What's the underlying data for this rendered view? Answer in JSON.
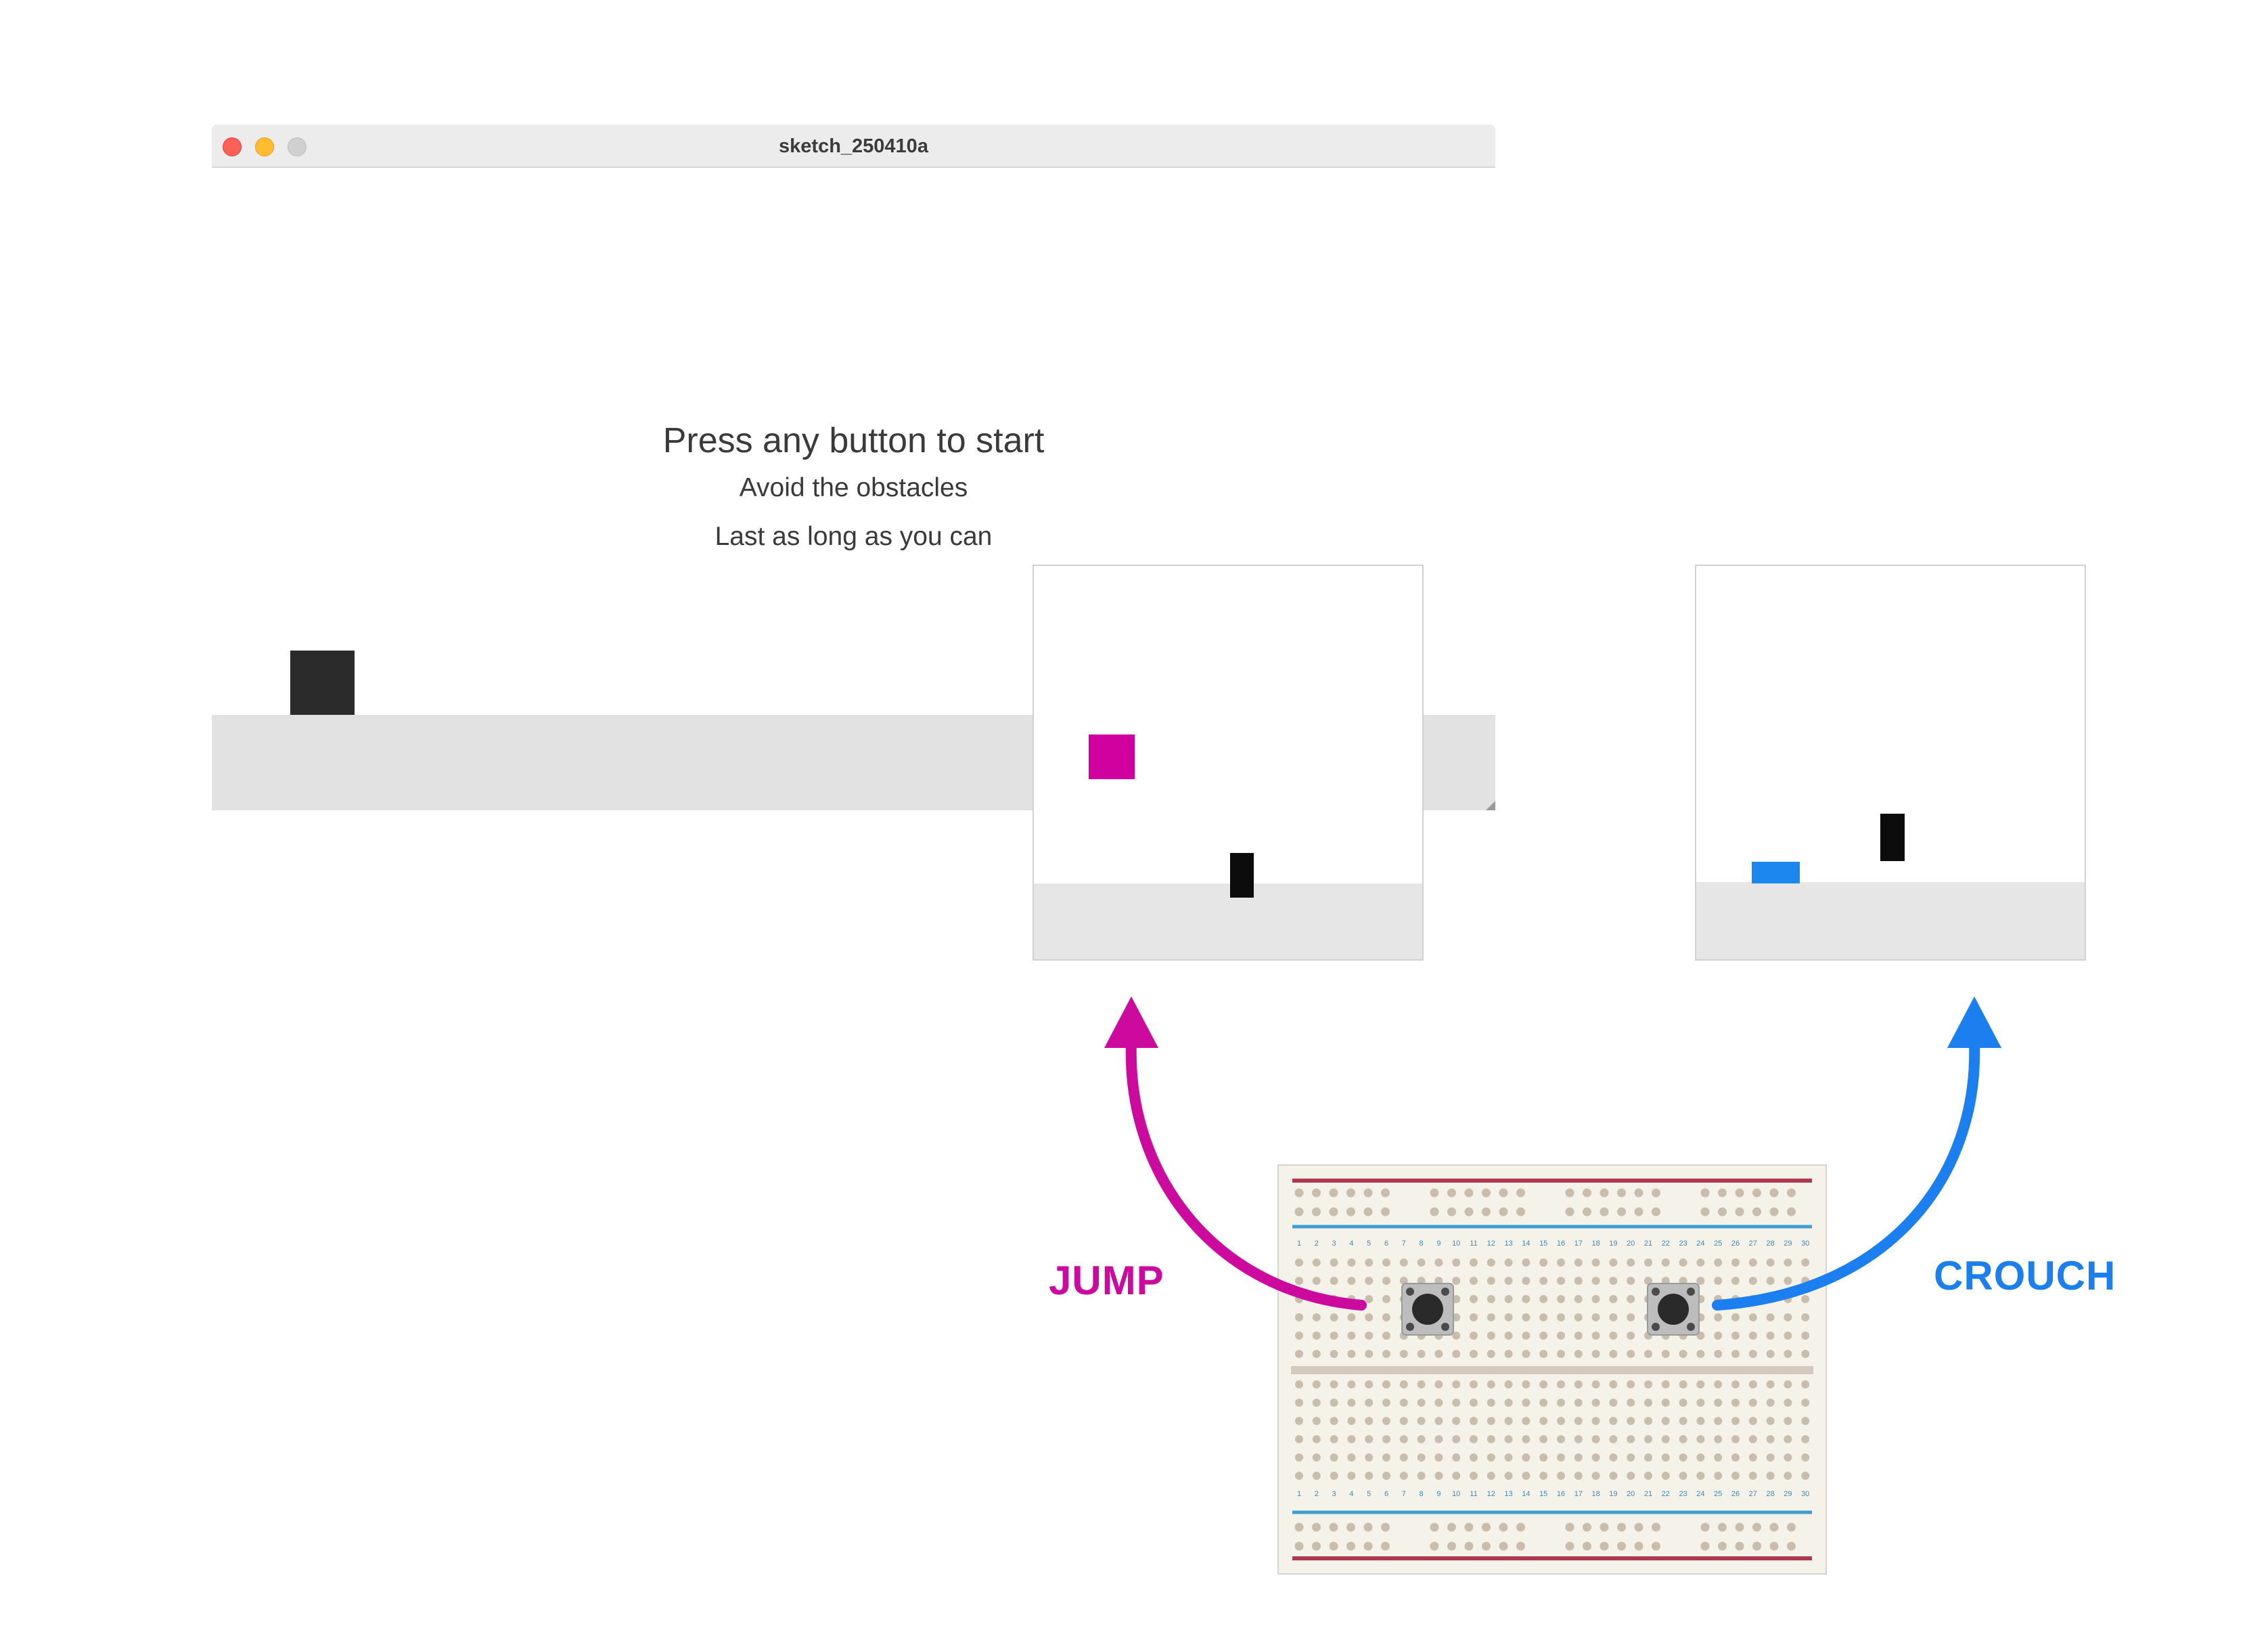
{
  "window": {
    "title": "sketch_250410a",
    "controls": {
      "close_color": "#fe5f57",
      "minimize_color": "#febc2e",
      "zoom_color": "#d0d0d0"
    }
  },
  "game": {
    "prompt_title": "Press any button to start",
    "prompt_lines": [
      "Avoid the obstacles",
      "Last as long as you can"
    ],
    "player_color": "#2b2b2b",
    "ground_color": "#e2e2e2"
  },
  "insets": [
    {
      "action": "jump",
      "player_color": "#d1019f",
      "obstacle_color": "#0c0c0c"
    },
    {
      "action": "crouch",
      "player_color": "#1b87ef",
      "obstacle_color": "#0c0c0c"
    }
  ],
  "controls": {
    "jump_label": "JUMP",
    "crouch_label": "CROUCH",
    "jump_color": "#cd0a9e",
    "crouch_color": "#1b7ff0"
  },
  "breadboard": {
    "columns": 30,
    "rail_colors": {
      "positive": "#b0374f",
      "negative": "#3d9ed0"
    },
    "buttons": 2
  }
}
